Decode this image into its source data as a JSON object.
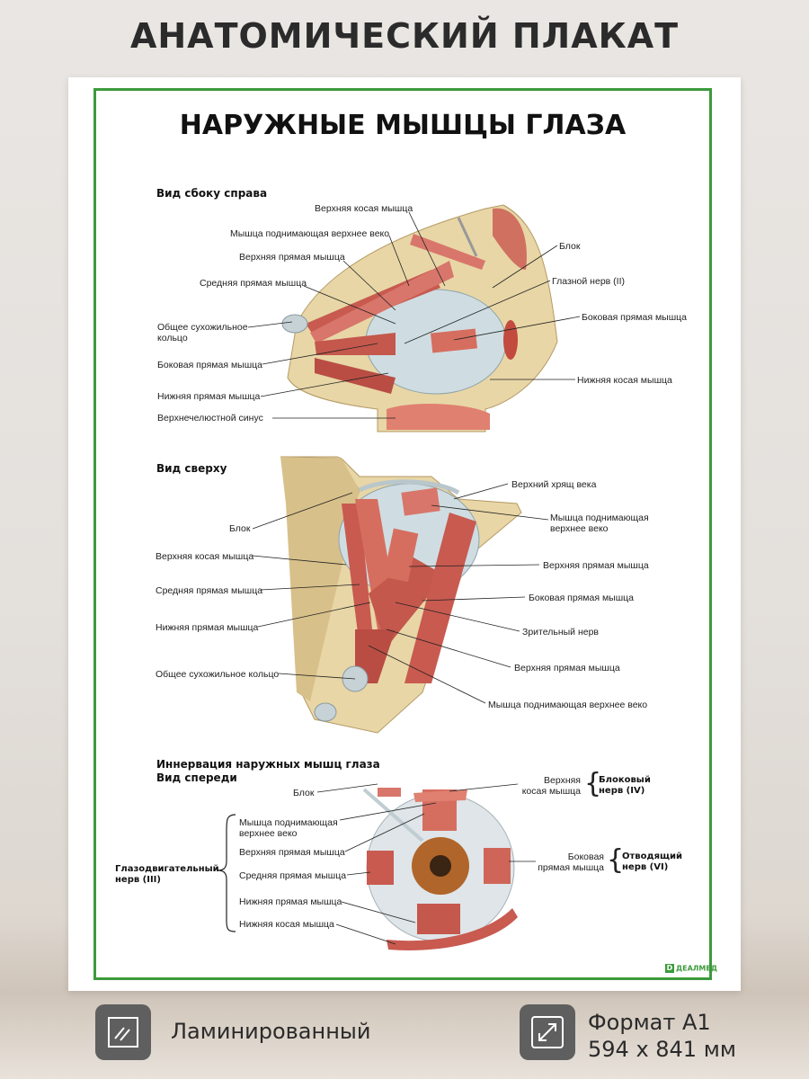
{
  "banner": "АНАТОМИЧЕСКИЙ ПЛАКАТ",
  "poster": {
    "title": "НАРУЖНЫЕ МЫШЦЫ ГЛАЗА",
    "side_view": {
      "heading": "Вид сбоку справа",
      "labels": {
        "superior_oblique": "Верхняя косая мышца",
        "levator": "Мышца поднимающая верхнее веко",
        "superior_rectus": "Верхняя прямая мышца",
        "medial_rectus": "Средняя прямая мышца",
        "ring_1": "Общее сухожильное",
        "ring_2": "кольцо",
        "lateral_rectus_left": "Боковая прямая мышца",
        "inferior_rectus": "Нижняя прямая мышца",
        "sinus": "Верхнечелюстной синус",
        "trochlea": "Блок",
        "optic_nerve": "Глазной нерв (II)",
        "lateral_rectus_right": "Боковая прямая мышца",
        "inferior_oblique": "Нижняя косая мышца"
      }
    },
    "top_view": {
      "heading": "Вид сверху",
      "labels": {
        "trochlea": "Блок",
        "superior_oblique": "Верхняя косая мышца",
        "medial_rectus": "Средняя прямая мышца",
        "inferior_rectus": "Нижняя прямая мышца",
        "ring": "Общее сухожильное кольцо",
        "tarsus": "Верхний хрящ века",
        "levator_1": "Мышца поднимающая",
        "levator_2": "верхнее веко",
        "superior_rectus": "Верхняя прямая мышца",
        "lateral_rectus": "Боковая прямая мышца",
        "optic_nerve": "Зрительный нерв",
        "superior_rectus_2": "Верхняя прямая мышца",
        "levator_full": "Мышца поднимающая верхнее веко"
      }
    },
    "front_view": {
      "heading_1": "Иннервация наружных мышц глаза",
      "heading_2": "Вид спереди",
      "labels": {
        "trochlea": "Блок",
        "levator_1": "Мышца поднимающая",
        "levator_2": "верхнее веко",
        "superior_rectus": "Верхняя прямая мышца",
        "medial_rectus": "Средняя прямая мышца",
        "inferior_rectus": "Нижняя прямая мышца",
        "inferior_oblique": "Нижняя косая мышца",
        "superior_oblique_1": "Верхняя",
        "superior_oblique_2": "косая мышца",
        "lateral_rectus_1": "Боковая",
        "lateral_rectus_2": "прямая мышца"
      },
      "nerves": {
        "oculomotor_1": "Глазодвигательный",
        "oculomotor_2": "нерв (III)",
        "trochlear_1": "Блоковый",
        "trochlear_2": "нерв (IV)",
        "abducens_1": "Отводящий",
        "abducens_2": "нерв (VI)"
      }
    },
    "logo": "ДЕАЛМЕД"
  },
  "features": {
    "laminated": "Ламинированный",
    "format_1": "Формат А1",
    "format_2": "594 x 841 мм"
  },
  "icons": [
    "laminate-icon",
    "resize-arrows-icon"
  ]
}
